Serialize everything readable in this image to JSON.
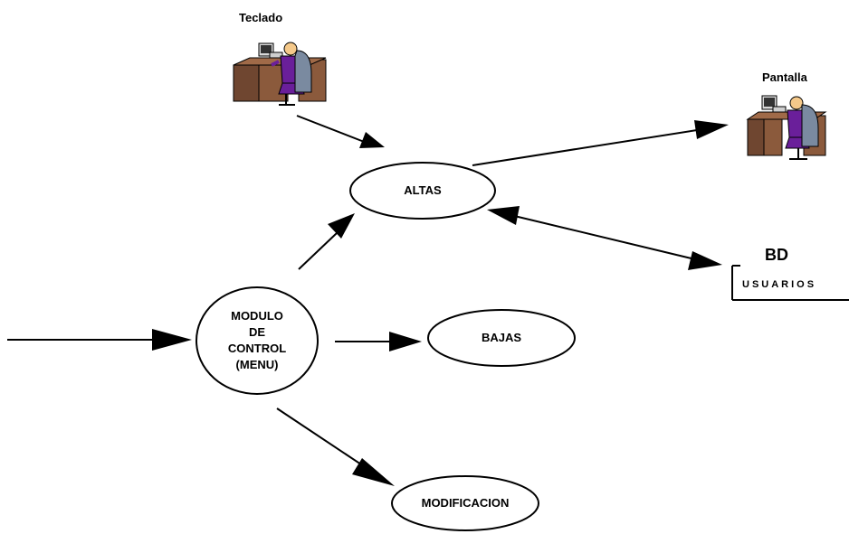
{
  "labels": {
    "teclado": "Teclado",
    "pantalla": "Pantalla",
    "bd": "BD",
    "usuarios": "USUARIOS"
  },
  "nodes": {
    "altas": "ALTAS",
    "bajas": "BAJAS",
    "modificacion": "MODIFICACION",
    "modulo": [
      "MODULO",
      "DE",
      "CONTROL",
      "(MENU)"
    ]
  },
  "icons": {
    "teclado": "person-at-computer-icon",
    "pantalla": "person-at-computer-icon"
  },
  "colors": {
    "line": "#000000",
    "desk": "#8b5a3c",
    "desk_dark": "#5a3a24",
    "person": "#6a1f9a",
    "chair": "#7a8aa0",
    "skin": "#f5c98a",
    "monitor": "#d9d9d9"
  }
}
